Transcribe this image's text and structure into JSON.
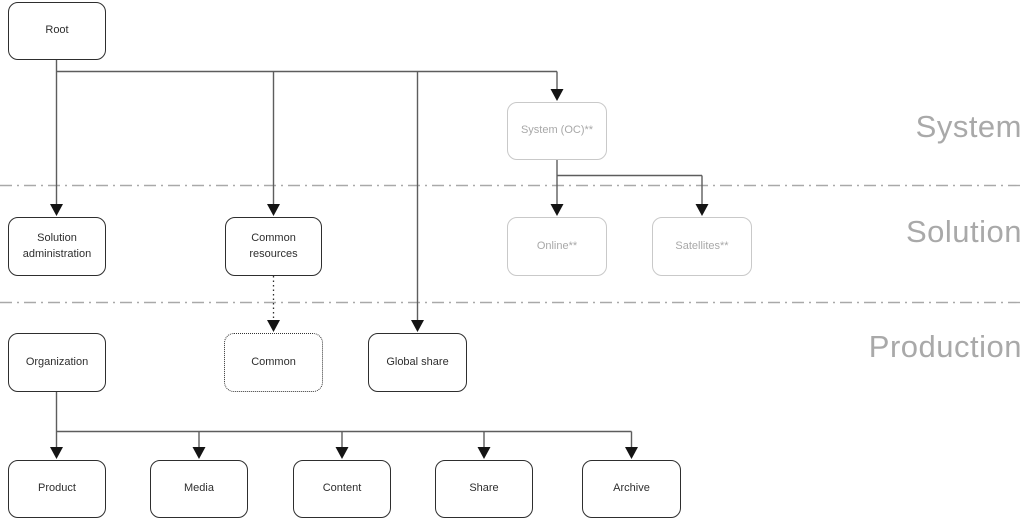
{
  "diagram": {
    "zones": [
      {
        "id": "system",
        "label": "System"
      },
      {
        "id": "solution",
        "label": "Solution"
      },
      {
        "id": "production",
        "label": "Production"
      }
    ],
    "nodes": [
      {
        "id": "root",
        "label": "Root",
        "style": "solid"
      },
      {
        "id": "system-oc",
        "label": "System (OC)**",
        "style": "inactive"
      },
      {
        "id": "solution-administration",
        "label": "Solution administration",
        "style": "solid"
      },
      {
        "id": "common-resources",
        "label": "Common resources",
        "style": "solid"
      },
      {
        "id": "online",
        "label": "Online**",
        "style": "inactive"
      },
      {
        "id": "satellites",
        "label": "Satellites**",
        "style": "inactive"
      },
      {
        "id": "organization",
        "label": "Organization",
        "style": "solid"
      },
      {
        "id": "common",
        "label": "Common",
        "style": "dotted"
      },
      {
        "id": "global-share",
        "label": "Global share",
        "style": "solid"
      },
      {
        "id": "product",
        "label": "Product",
        "style": "solid"
      },
      {
        "id": "media",
        "label": "Media",
        "style": "solid"
      },
      {
        "id": "content",
        "label": "Content",
        "style": "solid"
      },
      {
        "id": "share",
        "label": "Share",
        "style": "solid"
      },
      {
        "id": "archive",
        "label": "Archive",
        "style": "solid"
      }
    ],
    "colors": {
      "background": "#ffffff",
      "node_border": "#2e2e2e",
      "node_text": "#2e2e2e",
      "inactive_border": "#c9c9c9",
      "inactive_text": "#a8a8a8",
      "connector": "#5d5d5d",
      "arrowhead": "#141414",
      "divider": "#a9a9a9",
      "zone_label": "#a9a9a9"
    }
  }
}
